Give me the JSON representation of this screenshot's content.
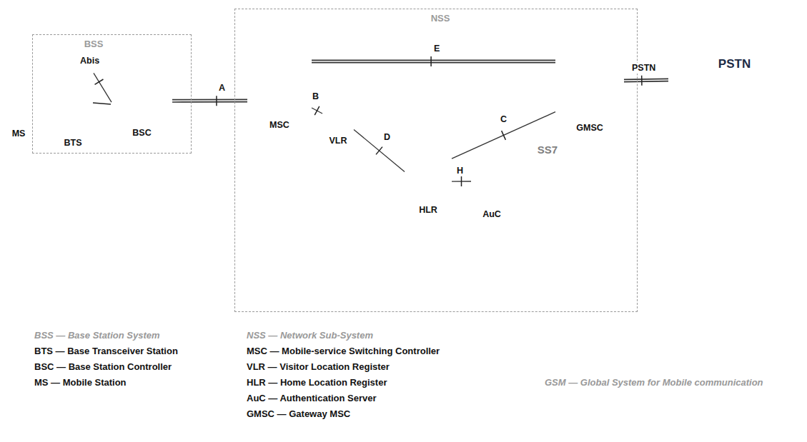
{
  "diagram": {
    "nodes": [
      {
        "text": [
          "MS"
        ]
      },
      {
        "text": [
          "BSS"
        ]
      },
      {
        "text": [
          "BTS"
        ],
        "in": 1
      },
      {
        "text": [
          "BSC"
        ],
        "in": 1
      },
      {
        "text": [
          "NSS"
        ]
      },
      {
        "text": [
          "SS7"
        ],
        "in": 4
      },
      {
        "text": [
          "MSC"
        ],
        "in": 4
      },
      {
        "text": [
          "VLR"
        ],
        "in": 5
      },
      {
        "text": [
          "HLR"
        ],
        "in": 5
      },
      {
        "text": [
          "AuC"
        ],
        "in": 5
      },
      {
        "text": [
          "GMSC"
        ],
        "in": 4
      },
      {
        "text": [
          "PSTN"
        ]
      }
    ],
    "edges": [
      {
        "from": 2,
        "to": 3,
        "arrow": "none",
        "label": "Abis"
      },
      {
        "from": 3,
        "to": 6,
        "arrow": "none",
        "label": "A"
      },
      {
        "from": 6,
        "to": 10,
        "arrow": "none",
        "label": "E"
      },
      {
        "from": 6,
        "to": 7,
        "arrow": "none",
        "label": "B"
      },
      {
        "from": 7,
        "to": 8,
        "arrow": "none",
        "label": "D"
      },
      {
        "from": 8,
        "to": 10,
        "arrow": "none",
        "label": "C"
      },
      {
        "from": 8,
        "to": 9,
        "arrow": "none",
        "label": "H"
      },
      {
        "from": 10,
        "to": 11,
        "arrow": "none",
        "label": "PSTN"
      }
    ],
    "labels": [
      "BSS — Base Station System",
      "NSS — Network Sub-System",
      "BTS — Base Transceiver Station",
      "MSC — Mobile-service Switching Controller",
      "BSC — Base Station Controller",
      "VLR — Visitor Location Register",
      "MS — Mobile Station",
      "HLR — Home Location Register",
      "GSM — Global System for Mobile communication",
      "AuC — Authentication Server",
      "GMSC — Gateway MSC"
    ]
  }
}
